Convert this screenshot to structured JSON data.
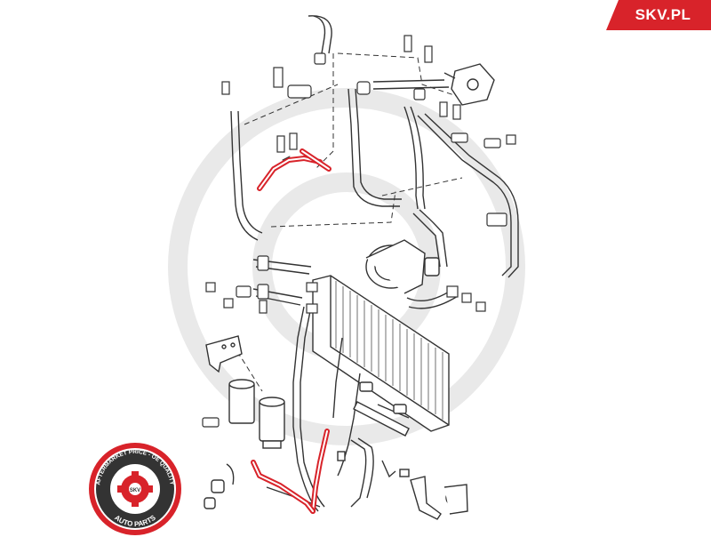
{
  "brand": {
    "tag_text": "SKV.PL"
  },
  "seal": {
    "ring_text_top": "AFTERMARKET PRICE - OE QUALITY",
    "ring_text_bottom": "AUTO PARTS",
    "center_text": "SKV",
    "color": "#d8232a"
  },
  "diagram": {
    "highlight_color": "#d8232a",
    "line_color": "#333333",
    "watermark_color": "#e9e9e9"
  }
}
